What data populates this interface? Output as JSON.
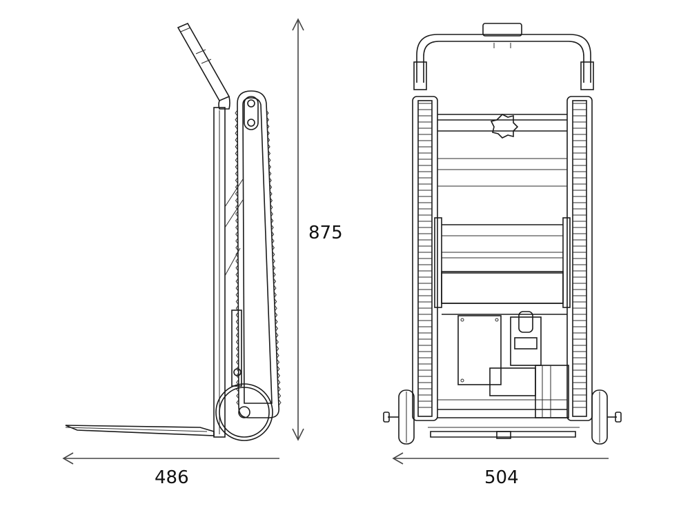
{
  "dimensions": {
    "height": "875",
    "side_depth": "486",
    "front_width": "504"
  },
  "colors": {
    "line": "#1a1a1a",
    "dimension": "#444444",
    "background": "#ffffff"
  }
}
